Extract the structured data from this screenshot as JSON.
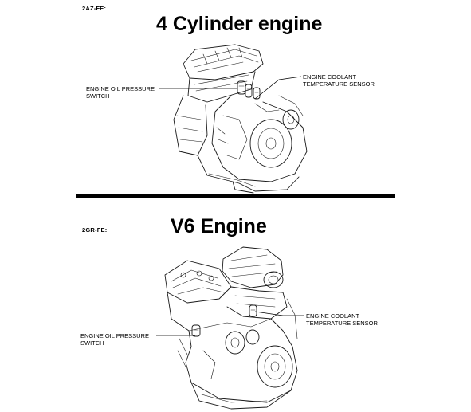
{
  "top_section": {
    "engine_code": "2AZ-FE:",
    "heading": "4 Cylinder engine",
    "oil_pressure_label": [
      "ENGINE OIL PRESSURE",
      "SWITCH"
    ],
    "coolant_label": [
      "ENGINE COOLANT",
      "TEMPERATURE SENSOR"
    ]
  },
  "bottom_section": {
    "engine_code": "2GR-FE:",
    "heading": "V6 Engine",
    "oil_pressure_label": [
      "ENGINE OIL PRESSURE",
      "SWITCH"
    ],
    "coolant_label": [
      "ENGINE COOLANT",
      "TEMPERATURE SENSOR"
    ]
  }
}
